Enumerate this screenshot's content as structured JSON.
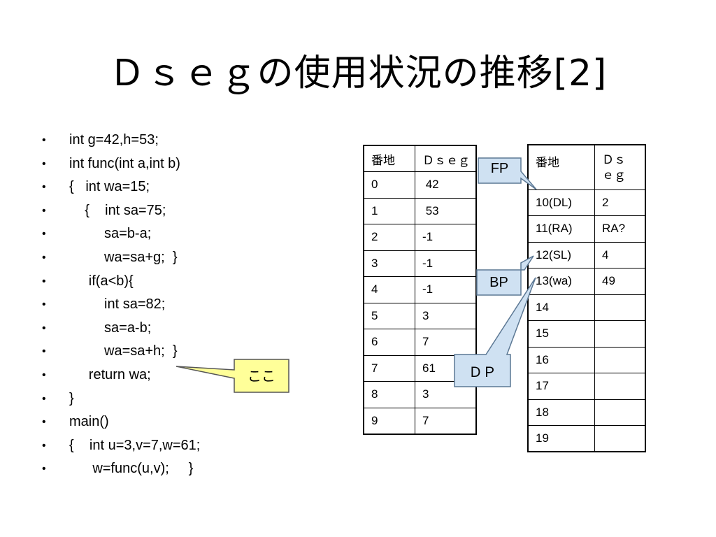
{
  "slide": {
    "title": "Ｄｓｅｇの使用状況の推移[2]"
  },
  "code_lines": [
    "int g=42,h=53;",
    "int func(int a,int b)",
    "{   int wa=15;",
    "    {    int sa=75;",
    "         sa=b-a;",
    "         wa=sa+g;  }",
    "     if(a<b){",
    "         int sa=82;",
    "         sa=a-b;",
    "         wa=sa+h;  }",
    "     return wa;",
    "}",
    "main()",
    "{    int u=3,v=7,w=61;",
    "      w=func(u,v);     }"
  ],
  "bullet": "•",
  "table1": {
    "headers": [
      "番地",
      "Ｄｓｅｇ"
    ],
    "rows": [
      [
        "0",
        " 42"
      ],
      [
        "1",
        " 53"
      ],
      [
        "2",
        "-1"
      ],
      [
        "3",
        "-1"
      ],
      [
        "4",
        "-1"
      ],
      [
        "5",
        "3"
      ],
      [
        "6",
        "7"
      ],
      [
        "7",
        "61"
      ],
      [
        "8",
        "3"
      ],
      [
        "9",
        "7"
      ]
    ]
  },
  "table2": {
    "headers": [
      "番地",
      "Ｄｓｅｇ"
    ],
    "rows": [
      [
        "10(DL)",
        "2"
      ],
      [
        "11(RA)",
        "RA?"
      ],
      [
        "12(SL)",
        "4"
      ],
      [
        "13(wa)",
        "49"
      ],
      [
        "14",
        ""
      ],
      [
        "15",
        ""
      ],
      [
        "16",
        ""
      ],
      [
        "17",
        ""
      ],
      [
        "18",
        ""
      ],
      [
        "19",
        ""
      ]
    ]
  },
  "callouts": {
    "fp": "FP",
    "bp": "BP",
    "dp": "ＤＰ",
    "here": "ここ"
  },
  "colors": {
    "register_fill": "#cfe1f2",
    "register_stroke": "#5c7894",
    "here_fill": "#ffff99",
    "here_stroke": "#555555"
  }
}
